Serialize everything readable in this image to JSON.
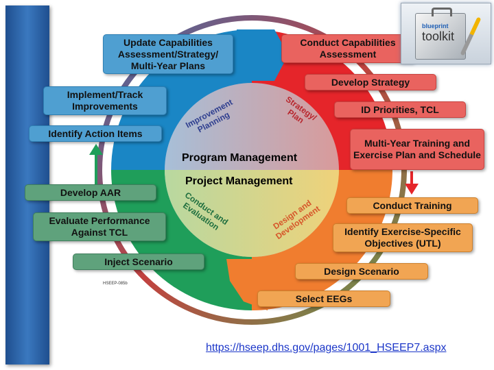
{
  "center": {
    "program": "Program Management",
    "project": "Project Management",
    "improvement": "Improvement Planning",
    "strategy": "Strategy/ Plan",
    "conduct": "Conduct and Evaluation",
    "design": "Design and Development"
  },
  "boxes": {
    "update": "Update Capabilities Assessment/Strategy/ Multi-Year Plans",
    "implement": "Implement/Track Improvements",
    "identify_action": "Identify Action Items",
    "conduct_cap": "Conduct Capabilities Assessment",
    "develop_strategy": "Develop Strategy",
    "id_priorities": "ID Priorities, TCL",
    "multi_year": "Multi-Year Training and Exercise Plan and Schedule",
    "conduct_training": "Conduct Training",
    "identify_objectives": "Identify Exercise-Specific Objectives (UTL)",
    "design_scenario": "Design Scenario",
    "select_eegs": "Select EEGs",
    "develop_aar": "Develop AAR",
    "evaluate": "Evaluate Performance Against TCL",
    "inject": "Inject Scenario"
  },
  "logo": {
    "line1": "blueprint",
    "line2": "toolkit"
  },
  "doc_code": "HSEEP-085b",
  "url": "https://hseep.dhs.gov/pages/1001_HSEEP7.aspx",
  "colors": {
    "blue": "#1a86c5",
    "red": "#e5252a",
    "orange": "#f07d2f",
    "green": "#1f9e5a"
  }
}
